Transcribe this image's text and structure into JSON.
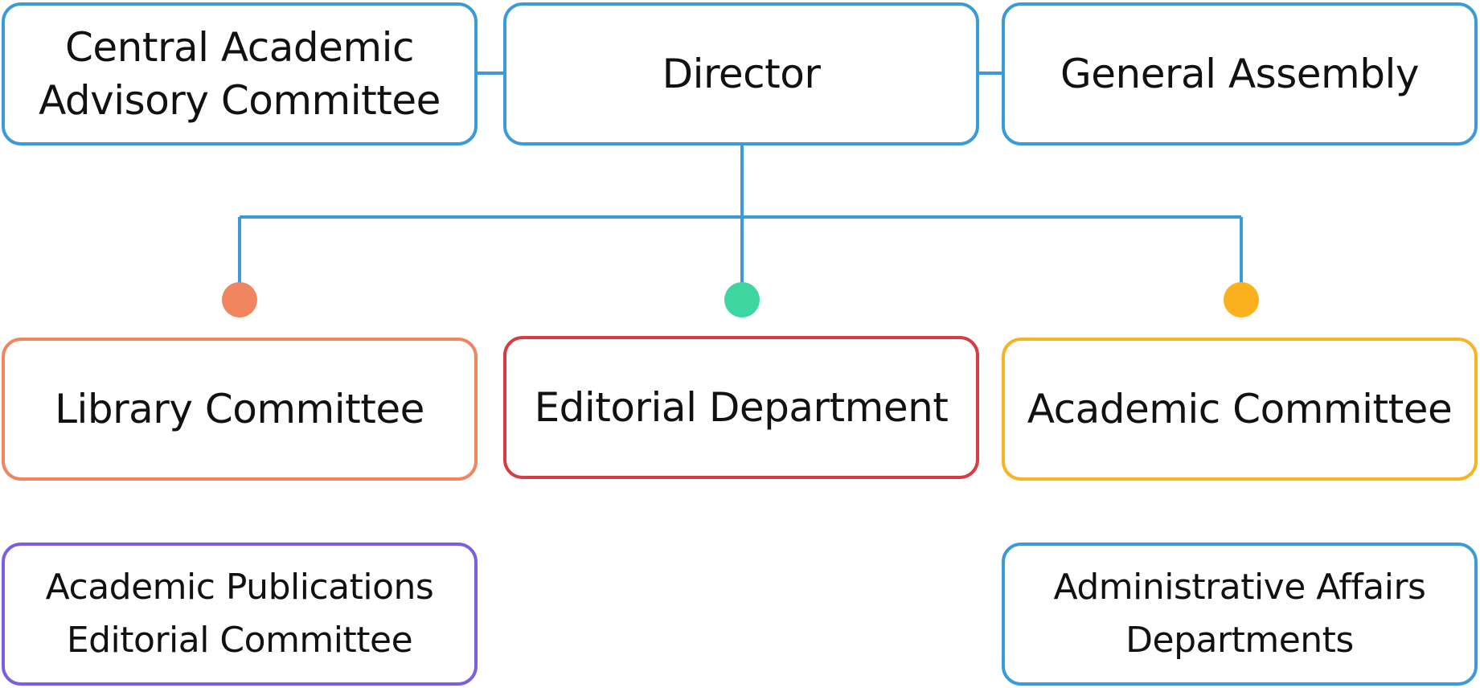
{
  "diagram": {
    "nodes": {
      "central": {
        "label": "Central Academic\nAdvisory Committee",
        "color": "#3a9bd8"
      },
      "director": {
        "label": "Director",
        "color": "#3a9bd8"
      },
      "assembly": {
        "label": "General Assembly",
        "color": "#3a9bd8"
      },
      "library": {
        "label": "Library Committee",
        "color": "#f0855f"
      },
      "editorial": {
        "label": "Editorial Department",
        "color": "#d63c44"
      },
      "academic": {
        "label": "Academic Committee",
        "color": "#f8b321"
      },
      "publications": {
        "label": "Academic Publications\nEditorial Committee",
        "color": "#7b5fe0"
      },
      "admin": {
        "label": "Administrative Affairs\nDepartments",
        "color": "#3a9bd8"
      }
    },
    "connector_color": "#3a9bd8",
    "dots": [
      {
        "name": "library-dot",
        "color": "#f08560"
      },
      {
        "name": "editorial-dot",
        "color": "#3dd6a0"
      },
      {
        "name": "academic-dot",
        "color": "#fbb01e"
      }
    ]
  }
}
